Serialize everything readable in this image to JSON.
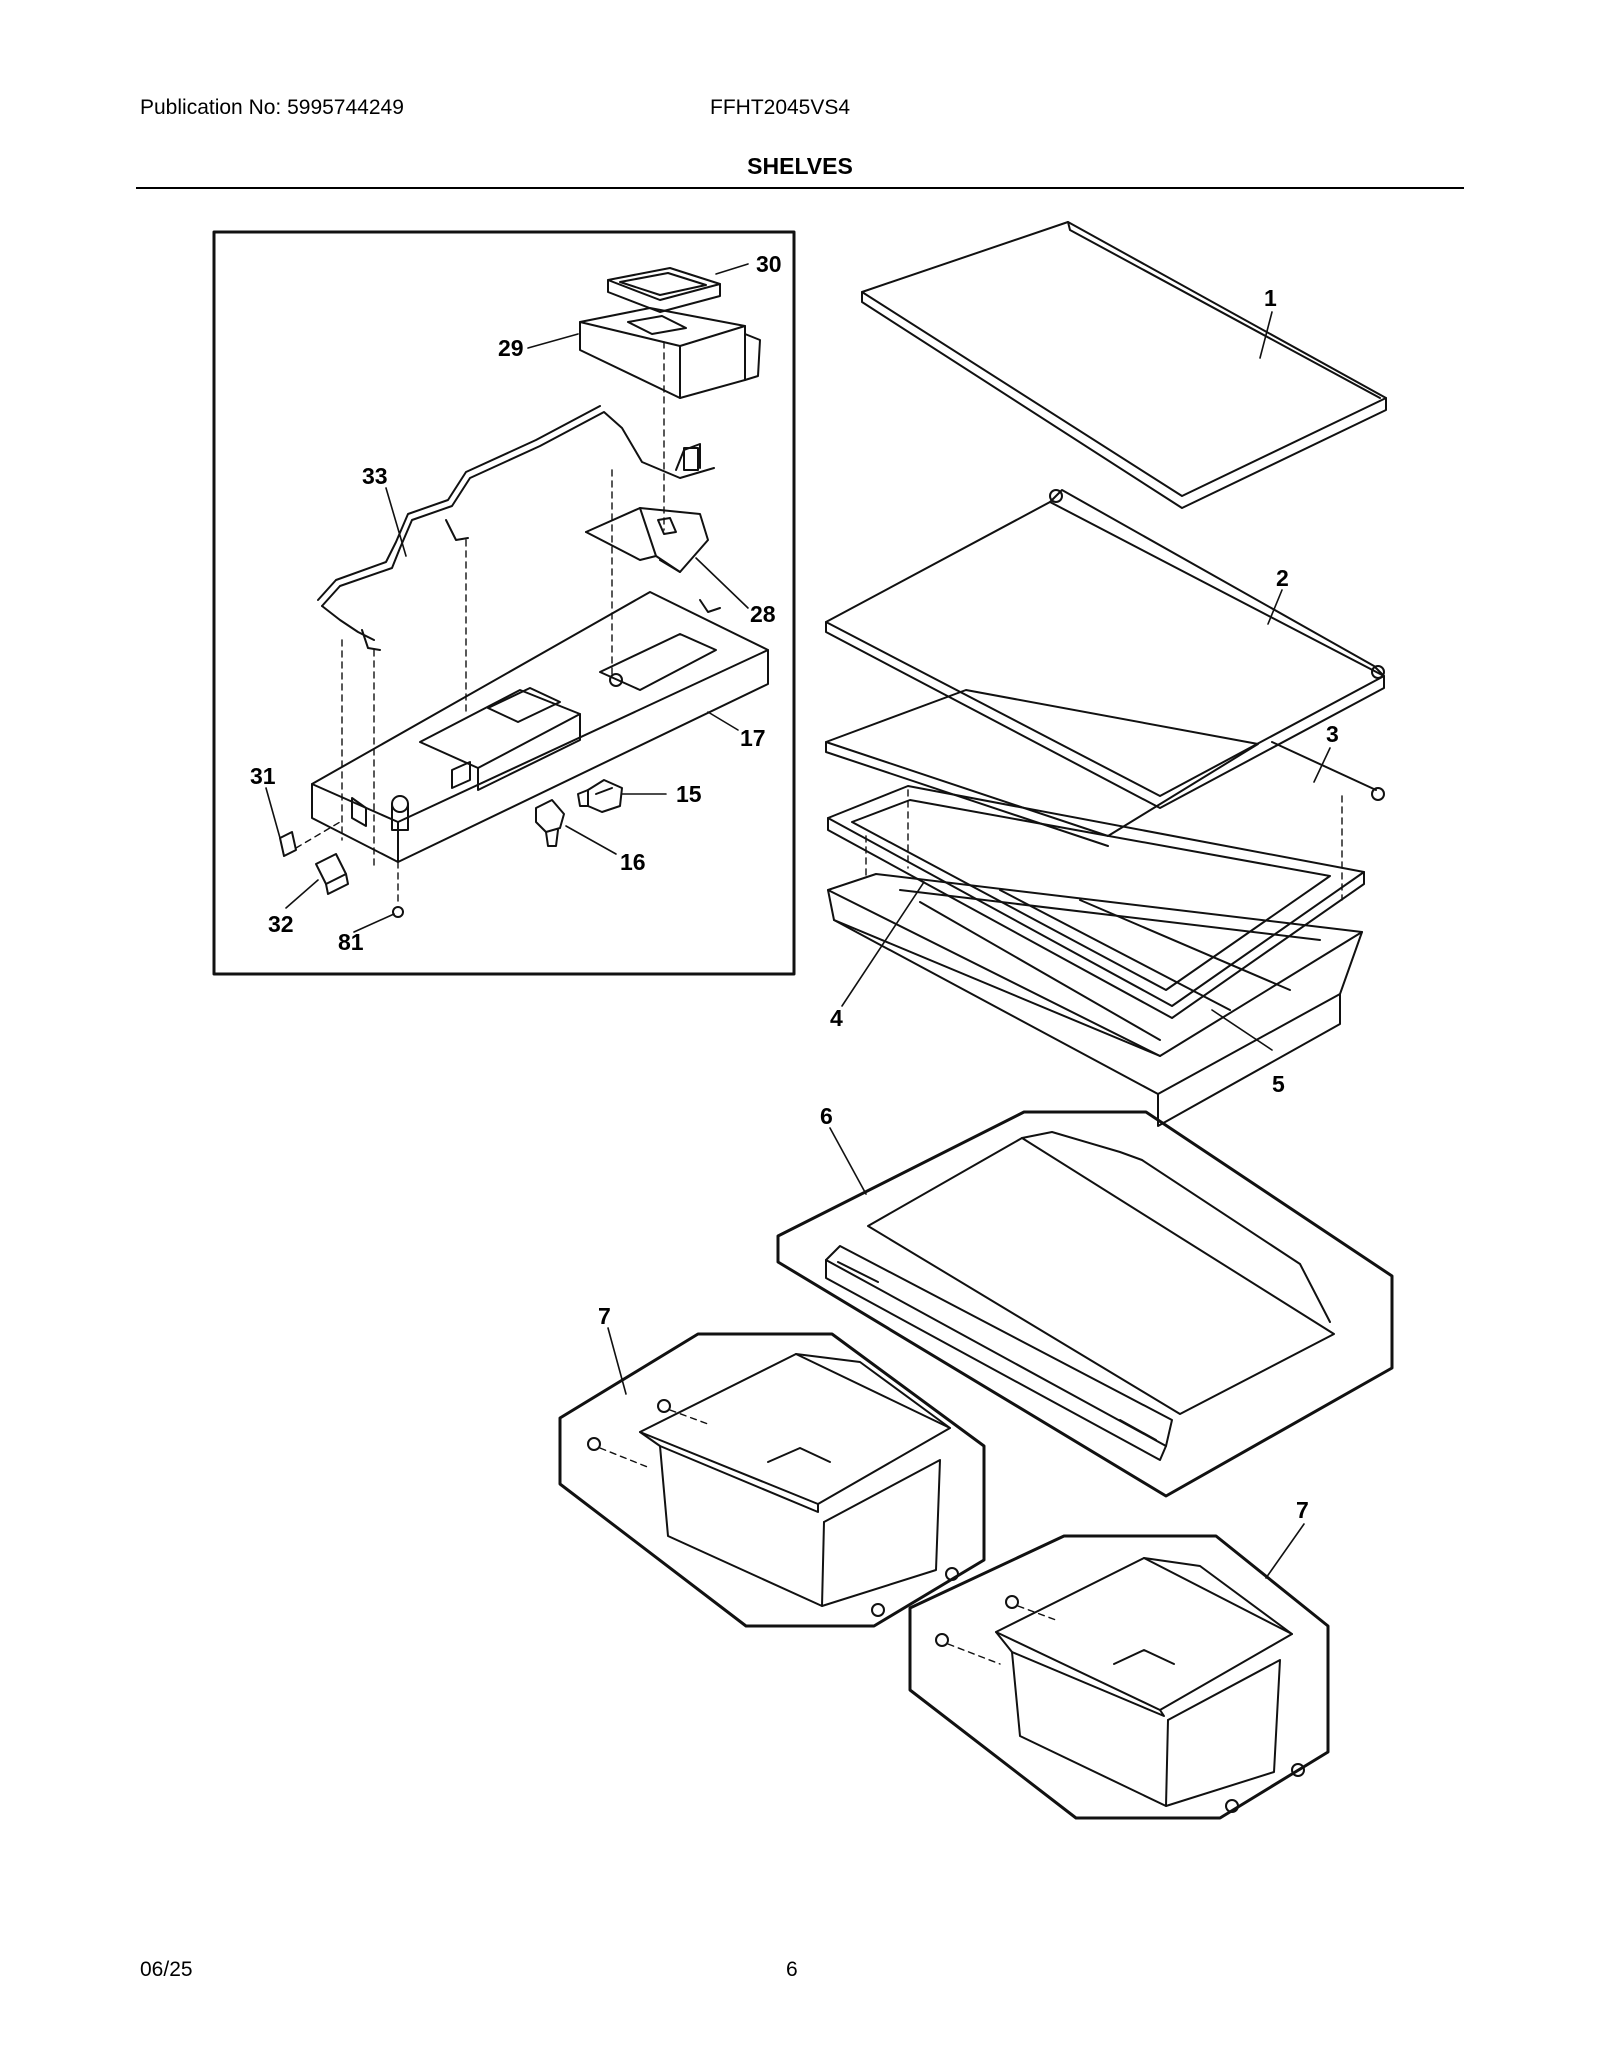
{
  "header": {
    "publication": "Publication No: 5995744249",
    "model": "FFHT2045VS4",
    "title": "SHELVES"
  },
  "footer": {
    "date": "06/25",
    "page": "6"
  },
  "callouts": {
    "c30": "30",
    "c29": "29",
    "c33": "33",
    "c28": "28",
    "c17": "17",
    "c31": "31",
    "c15": "15",
    "c16": "16",
    "c32": "32",
    "c81": "81",
    "c1": "1",
    "c2": "2",
    "c3": "3",
    "c4": "4",
    "c5": "5",
    "c6": "6",
    "c7a": "7",
    "c7b": "7"
  }
}
